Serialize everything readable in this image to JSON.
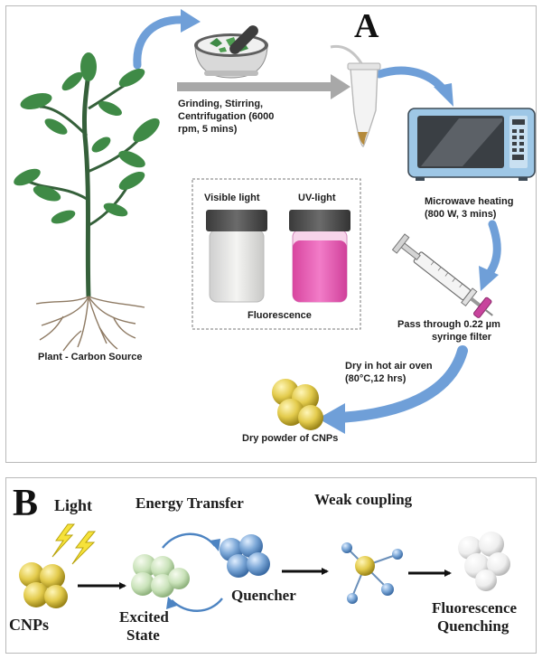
{
  "panel_a": {
    "letter": "A",
    "grinding": [
      "Grinding, Stirring,",
      "Centrifugation (6000",
      "rpm, 5 mins)"
    ],
    "microwave": [
      "Microwave heating",
      "(800 W, 3 mins)"
    ],
    "syringe": [
      "Pass through 0.22 µm",
      "syringe filter"
    ],
    "oven": [
      "Dry in hot air oven",
      "(80°C,12 hrs)"
    ],
    "powder": "Dry powder of CNPs",
    "plant": "Plant - Carbon Source",
    "visible": "Visible light",
    "uv": "UV-light",
    "fluorescence": "Fluorescence"
  },
  "panel_b": {
    "letter": "B",
    "light": "Light",
    "cnps": "CNPs",
    "excited": [
      "Excited",
      "State"
    ],
    "energy": "Energy Transfer",
    "quencher": "Quencher",
    "weak": "Weak coupling",
    "quenching": [
      "Fluorescence",
      "Quenching"
    ]
  },
  "colors": {
    "arrow_blue": "#6f9fd8",
    "leaf_green": "#3f8a46",
    "cnp_yellow": "#e3cb4c",
    "quencher_blue": "#7aa6d6",
    "uv_pink": "#e85cb4"
  }
}
